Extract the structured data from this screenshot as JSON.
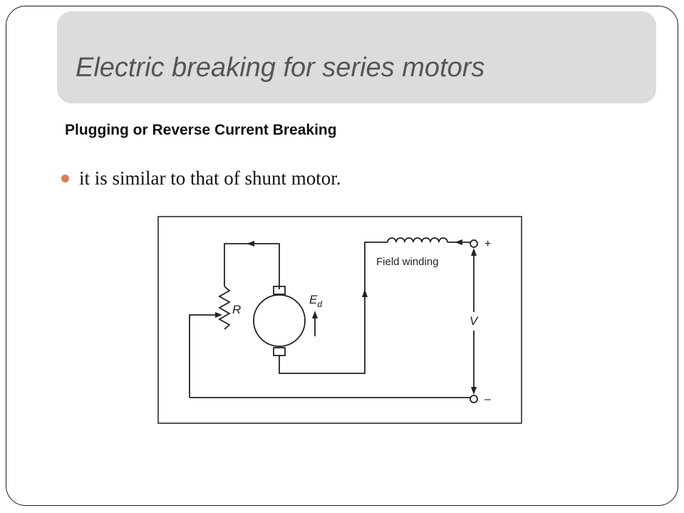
{
  "slide": {
    "title": "Electric breaking for series motors",
    "subtitle": "Plugging or Reverse Current Breaking",
    "bullets": [
      "it is similar to that of shunt motor."
    ]
  },
  "colors": {
    "title_bar": "#dcdcdc",
    "title_text": "#555555",
    "bullet": "#e07a4f",
    "frame": "#1a1a1a"
  },
  "diagram": {
    "resistor_label": "R",
    "emf_label": "E",
    "emf_subscript": "d",
    "field_label": "Field winding",
    "voltage_label": "V",
    "plus_terminal": "+",
    "minus_terminal": "–"
  }
}
